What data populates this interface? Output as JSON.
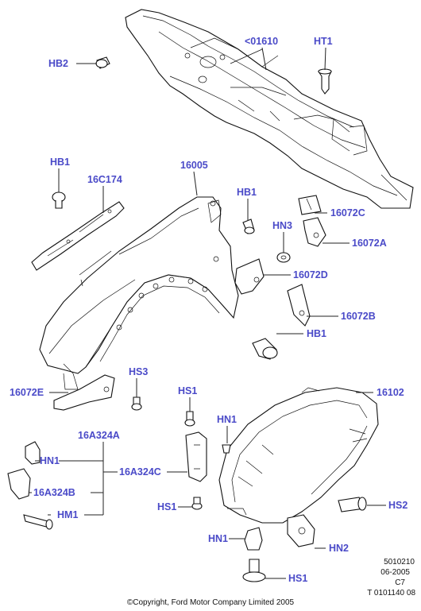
{
  "diagram": {
    "labels": {
      "hb2": "HB2",
      "p01610": "<01610",
      "ht1": "HT1",
      "hb1_top": "HB1",
      "p16c174": "16C174",
      "p16005": "16005",
      "hb1_mid": "HB1",
      "p16072c": "16072C",
      "hn3": "HN3",
      "p16072a": "16072A",
      "p16072d": "16072D",
      "p16072b": "16072B",
      "hb1_low": "HB1",
      "hs3": "HS3",
      "p16072e": "16072E",
      "p16102": "16102",
      "hs1_top": "HS1",
      "hn1_mid": "HN1",
      "p16a324a": "16A324A",
      "hn1_left": "HN1",
      "p16a324c": "16A324C",
      "p16a324b": "16A324B",
      "hm1": "HM1",
      "hs1_mid": "HS1",
      "hs2": "HS2",
      "hn1_low": "HN1",
      "hn2": "HN2",
      "hs1_low": "HS1"
    },
    "footer": {
      "code1": "5010210",
      "date": "06-2005",
      "rev": "C7",
      "ref": "T 0101140 08",
      "copyright": "©Copyright, Ford Motor Company Limited 2005"
    },
    "colors": {
      "label": "#4a4ac8",
      "line": "#111111"
    }
  }
}
